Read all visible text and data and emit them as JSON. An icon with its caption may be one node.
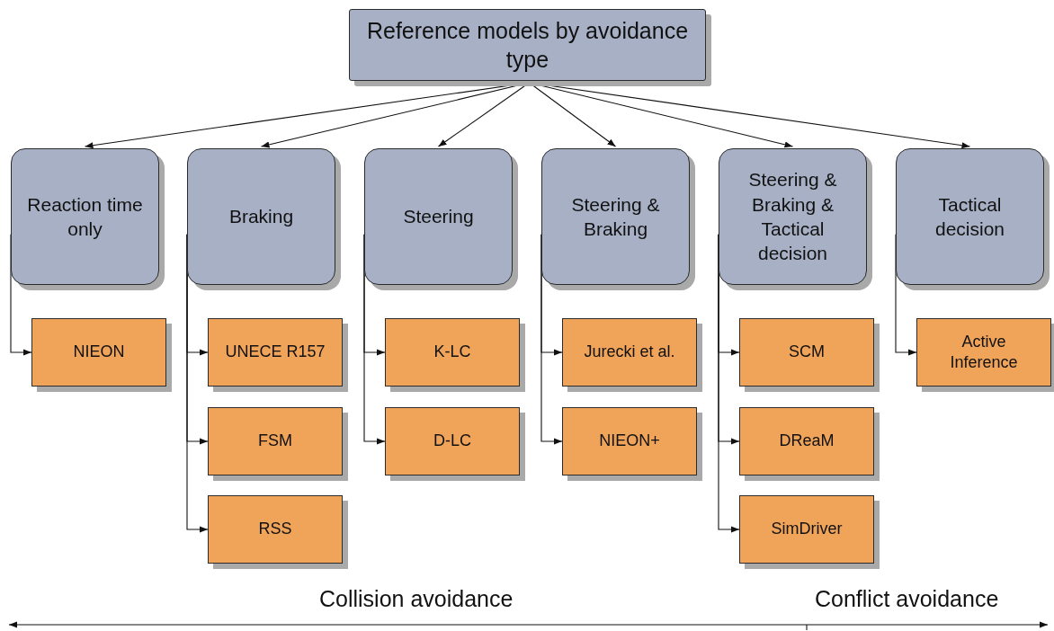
{
  "diagram": {
    "nodes": [
      {
        "text": [
          "Reference models by avoidance type"
        ]
      },
      {
        "text": [
          "Reaction time only"
        ]
      },
      {
        "text": [
          "Braking"
        ]
      },
      {
        "text": [
          "Steering"
        ]
      },
      {
        "text": [
          "Steering & Braking"
        ]
      },
      {
        "text": [
          "Steering & Braking & Tactical decision"
        ]
      },
      {
        "text": [
          "Tactical decision"
        ]
      },
      {
        "text": [
          "NIEON"
        ]
      },
      {
        "text": [
          "UNECE R157"
        ]
      },
      {
        "text": [
          "FSM"
        ]
      },
      {
        "text": [
          "RSS"
        ]
      },
      {
        "text": [
          "K-LC"
        ]
      },
      {
        "text": [
          "D-LC"
        ]
      },
      {
        "text": [
          "Jurecki et al."
        ]
      },
      {
        "text": [
          "NIEON+"
        ]
      },
      {
        "text": [
          "SCM"
        ]
      },
      {
        "text": [
          "DReaM"
        ]
      },
      {
        "text": [
          "SimDriver"
        ]
      },
      {
        "text": [
          "Active Inference"
        ]
      }
    ],
    "edges": [
      {
        "from": 0,
        "to": 1,
        "arrow": "to"
      },
      {
        "from": 0,
        "to": 2,
        "arrow": "to"
      },
      {
        "from": 0,
        "to": 3,
        "arrow": "to"
      },
      {
        "from": 0,
        "to": 4,
        "arrow": "to"
      },
      {
        "from": 0,
        "to": 5,
        "arrow": "to"
      },
      {
        "from": 0,
        "to": 6,
        "arrow": "to"
      },
      {
        "from": 1,
        "to": 7,
        "arrow": "to"
      },
      {
        "from": 2,
        "to": 8,
        "arrow": "to"
      },
      {
        "from": 2,
        "to": 9,
        "arrow": "to"
      },
      {
        "from": 2,
        "to": 10,
        "arrow": "to"
      },
      {
        "from": 3,
        "to": 11,
        "arrow": "to"
      },
      {
        "from": 3,
        "to": 12,
        "arrow": "to"
      },
      {
        "from": 4,
        "to": 13,
        "arrow": "to"
      },
      {
        "from": 4,
        "to": 14,
        "arrow": "to"
      },
      {
        "from": 5,
        "to": 15,
        "arrow": "to"
      },
      {
        "from": 5,
        "to": 16,
        "arrow": "to"
      },
      {
        "from": 5,
        "to": 17,
        "arrow": "to"
      },
      {
        "from": 6,
        "to": 18,
        "arrow": "to"
      }
    ],
    "labels": [
      "Collision avoidance",
      "Conflict avoidance"
    ]
  }
}
